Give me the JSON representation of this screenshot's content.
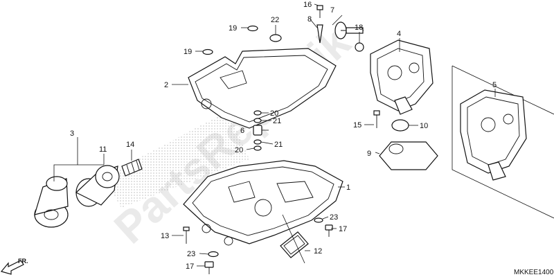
{
  "diagram": {
    "part_code": "MKKEE1400",
    "direction_label": "FR.",
    "watermark": "PartsRepublik",
    "callouts": [
      "1",
      "2",
      "3",
      "4",
      "5",
      "6",
      "7",
      "8",
      "9",
      "10",
      "11",
      "12",
      "13",
      "14",
      "15",
      "16",
      "17",
      "17",
      "18",
      "19",
      "19",
      "20",
      "20",
      "21",
      "21",
      "22",
      "23",
      "23"
    ]
  }
}
